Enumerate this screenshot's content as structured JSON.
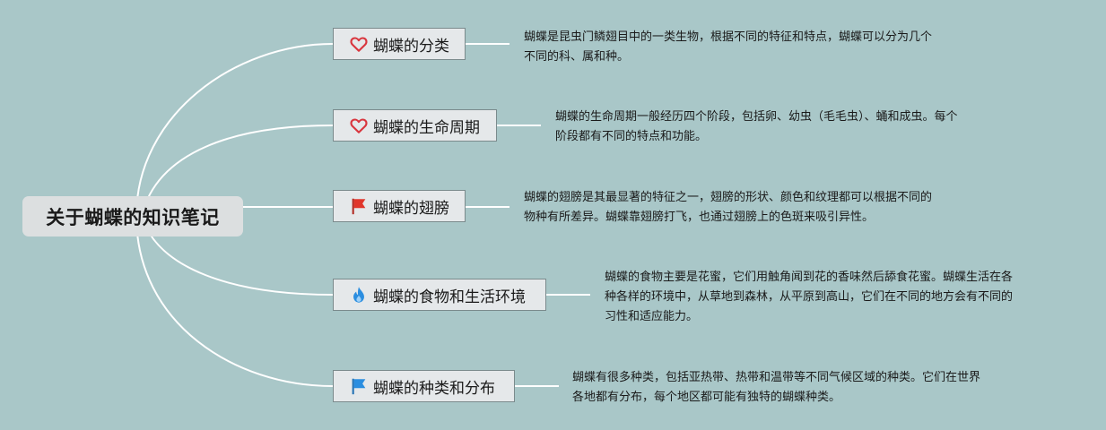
{
  "root": {
    "label": "关于蝴蝶的知识笔记"
  },
  "branches": [
    {
      "label": "蝴蝶的分类",
      "icon": "heart-outline-icon",
      "note": [
        "蝴蝶是昆虫门鳞翅目中的一类生物，根据不同的特征和特点，蝴蝶可以分为几个",
        "不同的科、属和种。"
      ]
    },
    {
      "label": "蝴蝶的生命周期",
      "icon": "heart-outline-icon",
      "note": [
        "蝴蝶的生命周期一般经历四个阶段，包括卵、幼虫（毛毛虫）、蛹和成虫。每个",
        "阶段都有不同的特点和功能。"
      ]
    },
    {
      "label": "蝴蝶的翅膀",
      "icon": "red-flag-icon",
      "note": [
        "蝴蝶的翅膀是其最显著的特征之一，翅膀的形状、颜色和纹理都可以根据不同的",
        "物种有所差异。蝴蝶靠翅膀打飞，也通过翅膀上的色斑来吸引异性。"
      ]
    },
    {
      "label": "蝴蝶的食物和生活环境",
      "icon": "blue-flame-icon",
      "note": [
        "蝴蝶的食物主要是花蜜，它们用触角闻到花的香味然后舔食花蜜。蝴蝶生活在各",
        "种各样的环境中，从草地到森林，从平原到高山，它们在不同的地方会有不同的",
        "习性和适应能力。"
      ]
    },
    {
      "label": "蝴蝶的种类和分布",
      "icon": "blue-flag-icon",
      "note": [
        "蝴蝶有很多种类，包括亚热带、热带和温带等不同气候区域的种类。它们在世界",
        "各地都有分布，每个地区都可能有独特的蝴蝶种类。"
      ]
    }
  ],
  "colors": {
    "background": "#a9c7c8",
    "connector": "#ffffff",
    "heart": "#d9363e",
    "red_flag": "#e0362c",
    "blue": "#2b8ee0"
  }
}
